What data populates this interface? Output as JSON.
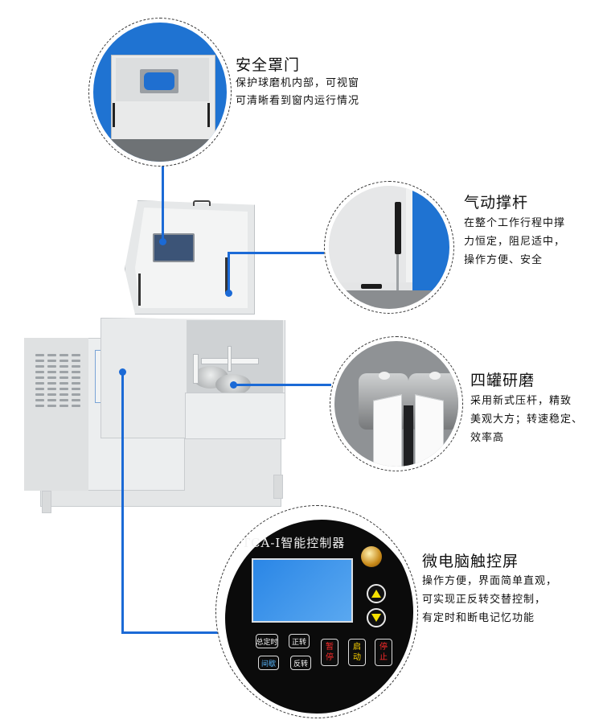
{
  "page": {
    "background": "#ffffff",
    "accent_color": "#1b6ad6"
  },
  "callouts": [
    {
      "id": "safety-cover",
      "title": "安全罩门",
      "lines": [
        "保护球磨机内部，可视窗",
        "可清晰看到窗内运行情况"
      ]
    },
    {
      "id": "gas-strut",
      "title": "气动撑杆",
      "lines": [
        "在整个工作行程中撑",
        "力恒定，阻尼适中，",
        "操作方便、安全"
      ]
    },
    {
      "id": "four-jar-grinding",
      "title": "四罐研磨",
      "lines": [
        "采用新式压杆，精致",
        "美观大方；转速稳定、",
        "效率高"
      ]
    },
    {
      "id": "touch-screen",
      "title": "微电脑触控屏",
      "lines": [
        "操作方便，界面简单直观，",
        "可实现正反转交替控制，",
        "有定时和断电记忆功能"
      ]
    }
  ],
  "controller": {
    "title": "TCA-I智能控制器",
    "keys": [
      {
        "label": "总定时",
        "color": "#f2f2f2"
      },
      {
        "label": "正转",
        "color": "#f2f2f2"
      },
      {
        "label": "间歇",
        "color": "#58b8ff"
      },
      {
        "label": "反转",
        "color": "#f2f2f2"
      }
    ],
    "tall_keys": [
      {
        "top": "暂",
        "bottom": "停",
        "color": "#ff2a2a"
      },
      {
        "top": "启",
        "bottom": "动",
        "color": "#ffd400"
      },
      {
        "top": "停",
        "bottom": "止",
        "color": "#ff2a2a"
      }
    ],
    "arrows": [
      "up-arrow",
      "down-arrow"
    ]
  }
}
